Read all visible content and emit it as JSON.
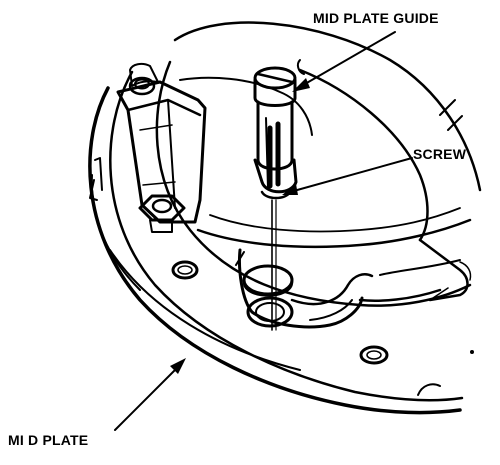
{
  "labels": {
    "mid_plate_guide": "MID PLATE GUIDE",
    "screw": "SCREW",
    "mid_plate": "MI D PLATE"
  },
  "colors": {
    "ink": "#000000",
    "background": "#ffffff"
  }
}
